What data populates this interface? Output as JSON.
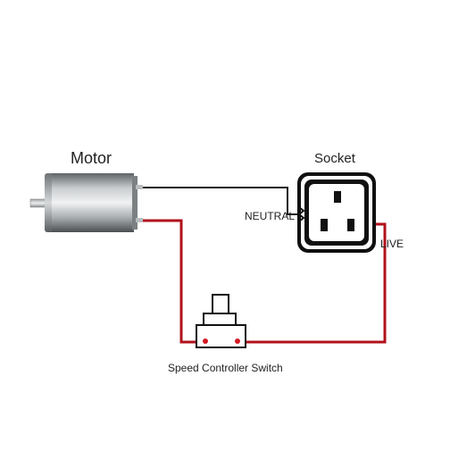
{
  "labels": {
    "motor": "Motor",
    "socket": "Socket",
    "neutral": "NEUTRAL",
    "live": "LIVE",
    "switch": "Speed Controller Switch"
  },
  "colors": {
    "neutral_wire": "#1a1a1a",
    "live_wire": "#b0121b",
    "motor_body": "#8d9295",
    "socket_body": "#111111",
    "terminal": "#d21b24"
  },
  "icons": {
    "motor": "dc-motor-icon",
    "socket": "power-socket-icon",
    "switch": "rotary-switch-icon"
  }
}
